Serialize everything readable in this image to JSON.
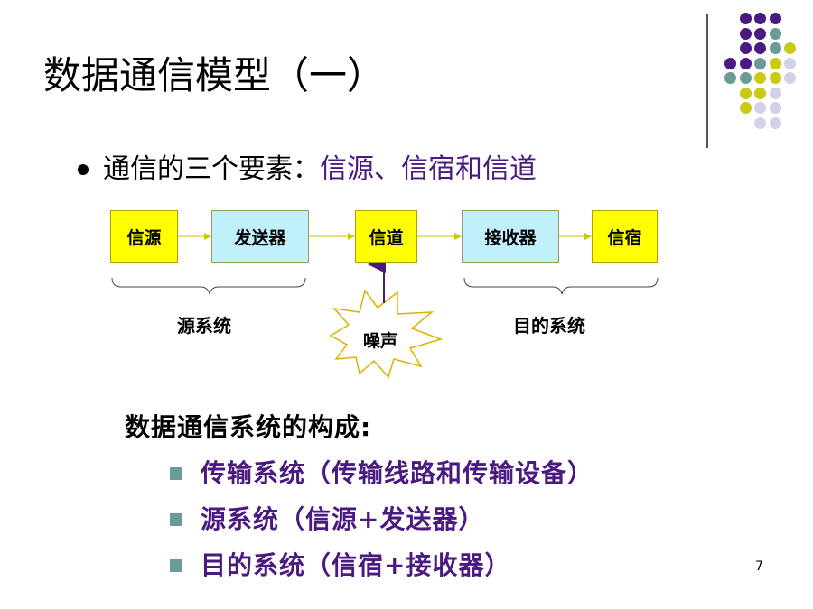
{
  "title": "数据通信模型（一）",
  "bullet": {
    "prefix": "通信的三个要素：",
    "highlight": "信源、信宿和信道"
  },
  "diagram": {
    "boxes": {
      "source": "信源",
      "transmitter": "发送器",
      "channel": "信道",
      "receiver": "接收器",
      "sink": "信宿"
    },
    "noise": "噪声",
    "source_system": "源系统",
    "destination_system": "目的系统"
  },
  "composition": {
    "heading": "数据通信系统的构成:",
    "items": [
      "传输系统（传输线路和传输设备）",
      "源系统（信源+发送器）",
      "目的系统（信宿+接收器）"
    ]
  },
  "page_number": "7",
  "colors": {
    "accent_purple": "#4b1a80",
    "teal": "#6b9a98",
    "olive_yellow": "#c9c916",
    "lavender": "#d4d0e8",
    "box_yellow": "#ffff00",
    "box_cyan": "#bff0fb"
  }
}
